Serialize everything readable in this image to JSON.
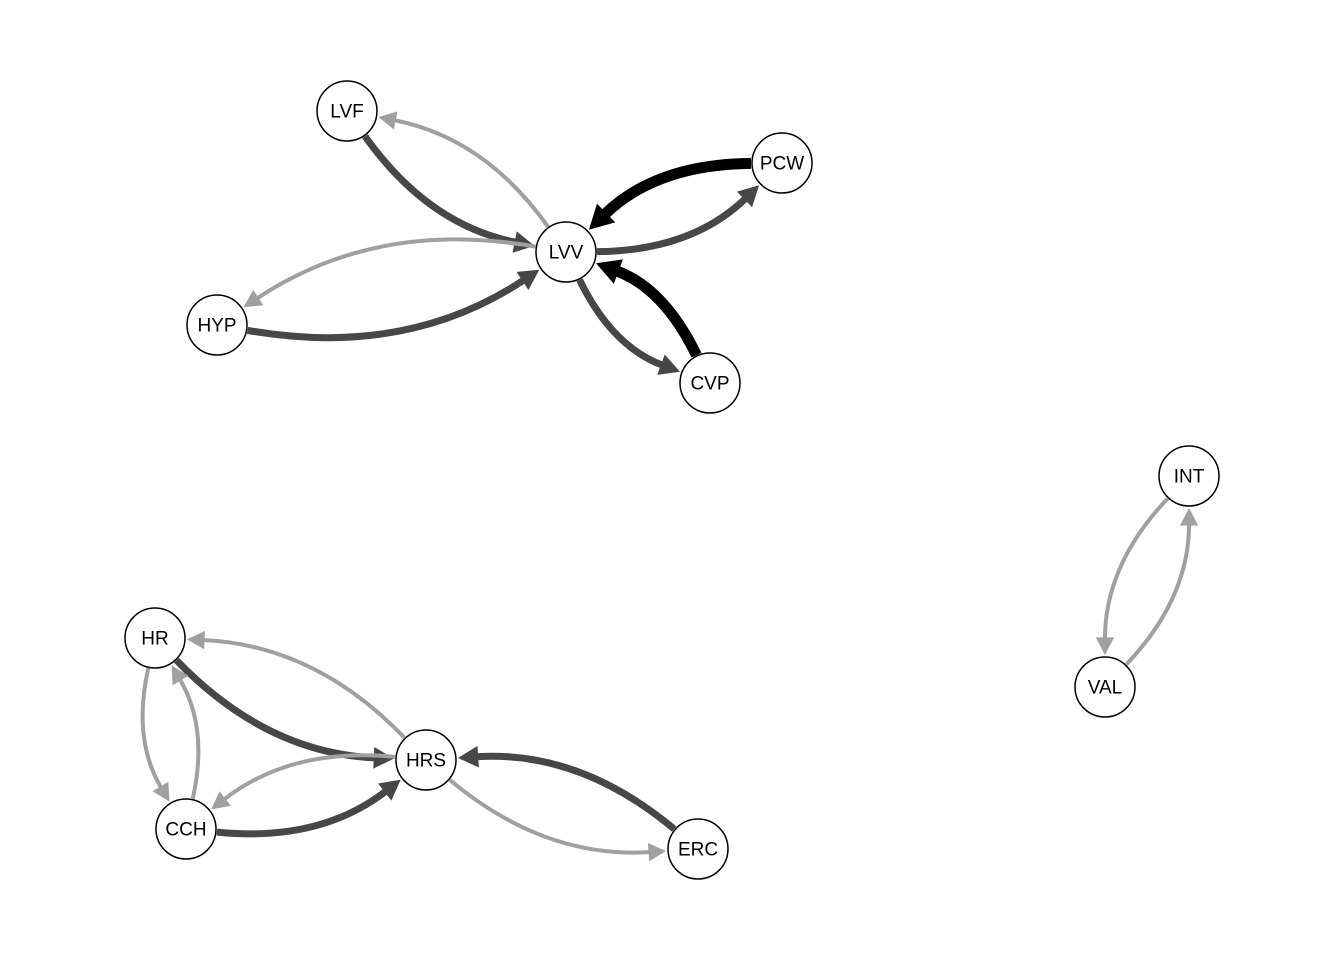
{
  "graph": {
    "nodes": [
      {
        "id": "LVF",
        "label": "LVF"
      },
      {
        "id": "PCW",
        "label": "PCW"
      },
      {
        "id": "LVV",
        "label": "LVV"
      },
      {
        "id": "HYP",
        "label": "HYP"
      },
      {
        "id": "CVP",
        "label": "CVP"
      },
      {
        "id": "INT",
        "label": "INT"
      },
      {
        "id": "VAL",
        "label": "VAL"
      },
      {
        "id": "HR",
        "label": "HR"
      },
      {
        "id": "HRS",
        "label": "HRS"
      },
      {
        "id": "CCH",
        "label": "CCH"
      },
      {
        "id": "ERC",
        "label": "ERC"
      }
    ],
    "edges": [
      {
        "from": "LVV",
        "to": "LVF",
        "strength": "light"
      },
      {
        "from": "LVF",
        "to": "LVV",
        "strength": "dark"
      },
      {
        "from": "PCW",
        "to": "LVV",
        "strength": "strong"
      },
      {
        "from": "LVV",
        "to": "PCW",
        "strength": "dark"
      },
      {
        "from": "LVV",
        "to": "HYP",
        "strength": "light"
      },
      {
        "from": "HYP",
        "to": "LVV",
        "strength": "dark"
      },
      {
        "from": "LVV",
        "to": "CVP",
        "strength": "dark"
      },
      {
        "from": "CVP",
        "to": "LVV",
        "strength": "strong"
      },
      {
        "from": "INT",
        "to": "VAL",
        "strength": "light"
      },
      {
        "from": "VAL",
        "to": "INT",
        "strength": "light"
      },
      {
        "from": "HRS",
        "to": "HR",
        "strength": "light"
      },
      {
        "from": "HR",
        "to": "HRS",
        "strength": "dark"
      },
      {
        "from": "HR",
        "to": "CCH",
        "strength": "light"
      },
      {
        "from": "CCH",
        "to": "HR",
        "strength": "light"
      },
      {
        "from": "HRS",
        "to": "CCH",
        "strength": "light"
      },
      {
        "from": "CCH",
        "to": "HRS",
        "strength": "dark"
      },
      {
        "from": "HRS",
        "to": "ERC",
        "strength": "light"
      },
      {
        "from": "ERC",
        "to": "HRS",
        "strength": "dark"
      }
    ],
    "colors": {
      "light": "#a0a0a0",
      "dark": "#474747",
      "strong": "#000000"
    }
  }
}
